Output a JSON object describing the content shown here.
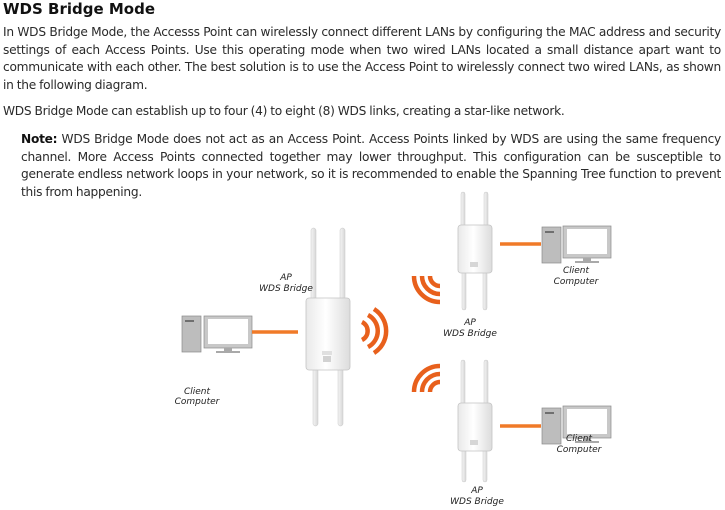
{
  "section": {
    "title": "WDS Bridge Mode",
    "paragraph1": "In WDS Bridge Mode, the Accesss Point can wirelessly connect different LANs by configuring the MAC address and security settings of each Access Points. Use this operating mode when two wired LANs located a small distance apart want to communicate with each other. The best solution is to use the Access Point to wirelessly connect two wired LANs, as shown in the following diagram.",
    "paragraph2": "WDS Bridge Mode can establish up to four (4) to eight (8) WDS links, creating a star-like network.",
    "note_label": "Note:",
    "note_text": "WDS Bridge Mode does not act as an Access Point. Access Points linked by WDS are using the same frequency channel. More Access Points connected together may lower throughput. This configuration can be susceptible to generate endless network loops in your network, so it is recommended to enable the Spanning Tree function to prevent this from happening."
  },
  "diagram": {
    "ap_label": "AP",
    "ap_sublabel": "WDS Bridge",
    "client_label": "Client",
    "client_sublabel": "Computer",
    "link_color": "#f07a28",
    "signal_color": "#e8601c"
  }
}
